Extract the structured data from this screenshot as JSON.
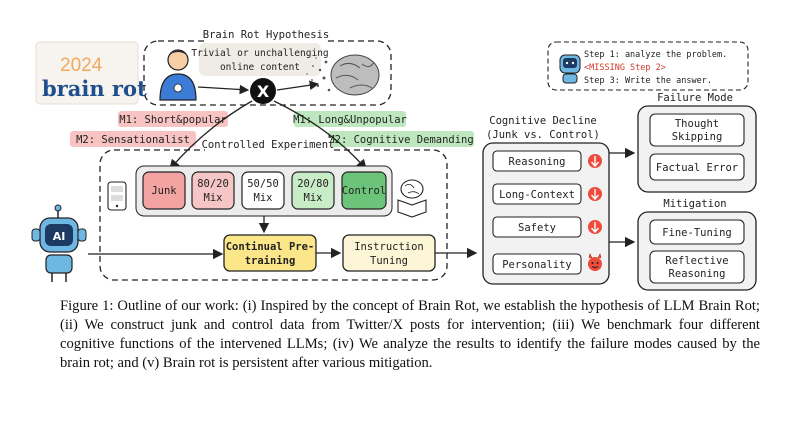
{
  "logo": {
    "year": "2024",
    "name": "brain rot"
  },
  "hypothesis": {
    "title": "Brain Rot Hypothesis",
    "content_line1": "Trivial or unchallenging",
    "content_line2": "online content",
    "x_icon": "X"
  },
  "junk_metrics": [
    {
      "label": "M1: Short&popular"
    },
    {
      "label": "M2: Sensationalist"
    }
  ],
  "control_metrics": [
    {
      "label": "M1: Long&Unpopular"
    },
    {
      "label": "M2: Cognitive Demanding"
    }
  ],
  "experiment": {
    "title": "Controlled Experiment",
    "data_types": [
      {
        "label_line1": "Junk",
        "label_line2": ""
      },
      {
        "label_line1": "80/20",
        "label_line2": "Mix"
      },
      {
        "label_line1": "50/50",
        "label_line2": "Mix"
      },
      {
        "label_line1": "20/80",
        "label_line2": "Mix"
      },
      {
        "label_line1": "Control",
        "label_line2": ""
      }
    ],
    "pretraining_line1": "Continual Pre-",
    "pretraining_line2": "training",
    "tuning_line1": "Instruction",
    "tuning_line2": "Tuning"
  },
  "robot": {
    "label": "AI"
  },
  "decline": {
    "title_line1": "Cognitive Decline",
    "title_line2": "(Junk vs. Control)",
    "items": [
      {
        "label": "Reasoning"
      },
      {
        "label": "Long-Context"
      },
      {
        "label": "Safety"
      },
      {
        "label": "Personality"
      }
    ]
  },
  "failure": {
    "title": "Failure Mode",
    "items": [
      {
        "label_line1": "Thought",
        "label_line2": "Skipping"
      },
      {
        "label_line1": "Factual Error",
        "label_line2": ""
      }
    ],
    "steps": [
      "Step 1: analyze the problem.",
      "<MISSING Step 2>",
      "Step 3: Write the answer."
    ]
  },
  "mitigation": {
    "title": "Mitigation",
    "items": [
      {
        "label_line1": "Fine-Tuning",
        "label_line2": ""
      },
      {
        "label_line1": "Reflective",
        "label_line2": "Reasoning"
      }
    ]
  },
  "caption": "Figure 1: Outline of our work: (i) Inspired by the concept of Brain Rot, we establish the hypothesis of LLM Brain Rot; (ii) We construct junk and control data from Twitter/X posts for intervention; (iii) We benchmark four different cognitive functions of the intervened LLMs; (iv) We analyze the results to identify the failure modes caused by the brain rot; and (v) Brain rot is persistent after various mitigation.",
  "colors": {
    "junk_red": "#f4a3a3",
    "control_green": "#6cc47a",
    "mix_80_20": "#f6c6c6",
    "mix_20_80": "#c8ecc6",
    "pretraining_yellow": "#fbe68a",
    "tuning_cream": "#fdf6d6",
    "decline_red": "#ee4b3c",
    "panel_gray": "#f2f2f2",
    "logo_blue": "#1f4e8c",
    "logo_year_orange": "#f3a85d"
  }
}
